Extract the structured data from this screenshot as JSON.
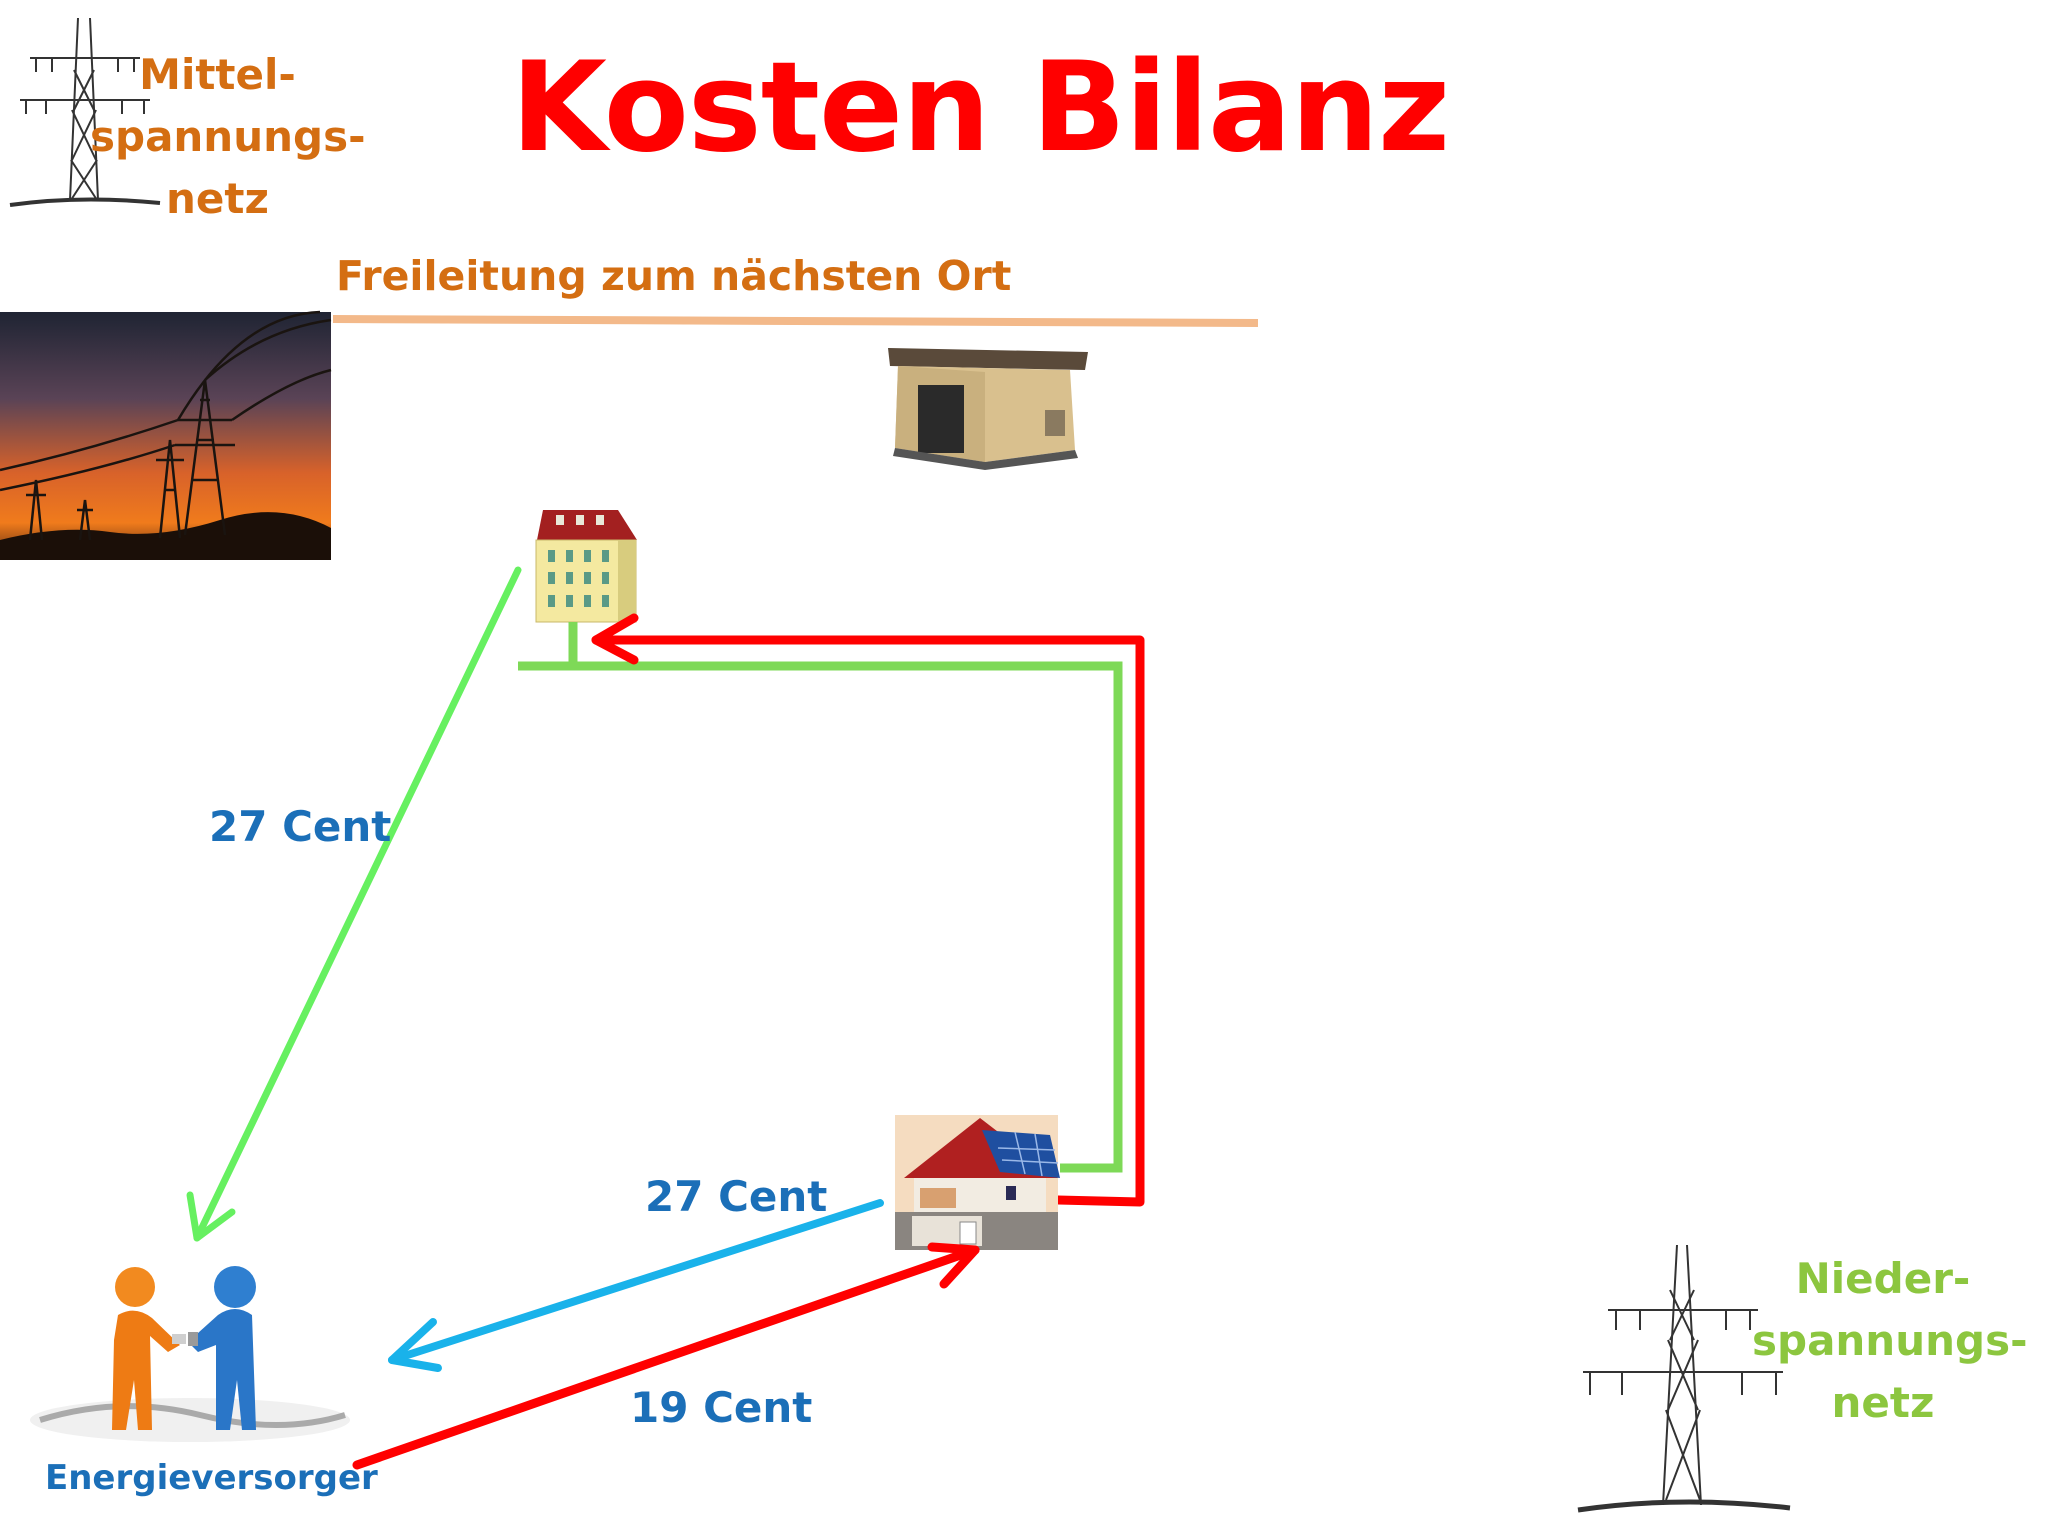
{
  "title": "Kosten Bilanz",
  "mittel": {
    "line1": "Mittel-",
    "line2": "spannungs-",
    "line3": "netz"
  },
  "nieder": {
    "line1": "Nieder-",
    "line2": "spannungs-",
    "line3": "netz"
  },
  "freileitung": "Freileitung zum nächsten Ort",
  "cost_left": "27 Cent",
  "cost_mid": "27 Cent",
  "cost_bottom": "19 Cent",
  "versorger": "Energieversorger",
  "colors": {
    "title": "#ff0000",
    "orange": "#d46e12",
    "green_text": "#8cc63f",
    "blue_text": "#1b6fb8",
    "green_line": "#7ed957",
    "green_arrow": "#66f060",
    "red_line": "#ff0000",
    "cyan_arrow": "#19b2ea",
    "line_peach": "#f3b98a"
  }
}
